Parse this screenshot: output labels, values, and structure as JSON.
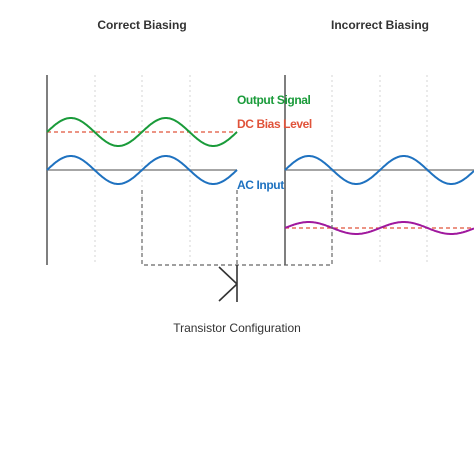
{
  "titles": {
    "left": "Correct Biasing",
    "right": "Incorrect Biasing"
  },
  "legend": {
    "output_signal": "Output Signal",
    "dc_bias_level": "DC Bias Level",
    "ac_input": "AC Input"
  },
  "caption": "Transistor Configuration",
  "colors": {
    "output_signal": "#1a9b3a",
    "dc_bias": "#e0533a",
    "ac_input": "#1f72c0",
    "distorted_output": "#a0199e",
    "axis": "#555555",
    "grid": "#d6d6d6",
    "connector": "#666666",
    "transistor": "#333333"
  },
  "icons": {
    "transistor": "transistor-symbol-icon"
  }
}
